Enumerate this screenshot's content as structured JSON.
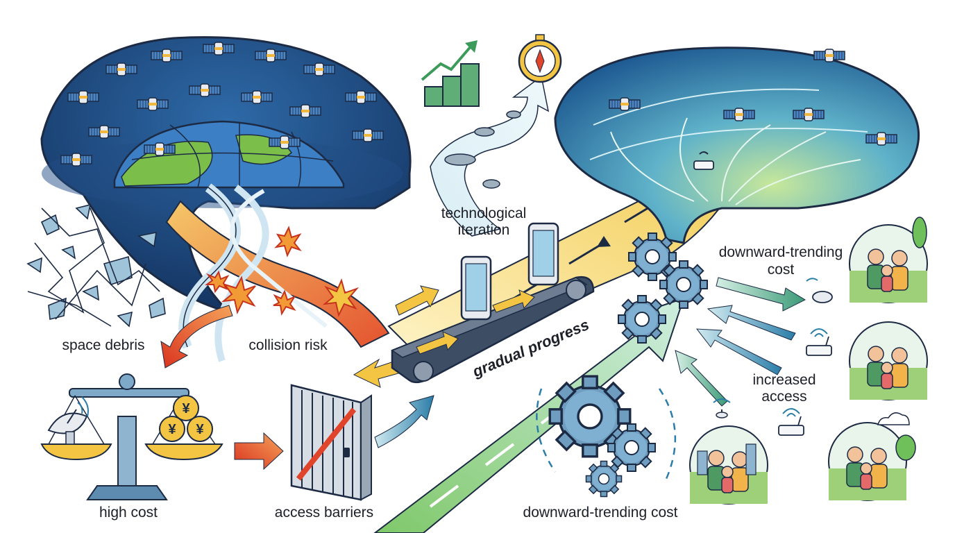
{
  "labels": {
    "space_debris": "space debris",
    "collision_risk": "collision risk",
    "high_cost": "high cost",
    "access_barriers": "access barriers",
    "technological_iteration_line1": "technological",
    "technological_iteration_line2": "iteration",
    "gradual_progress": "gradual progress",
    "downward_trending_cost_top_line1": "downward-trending",
    "downward_trending_cost_top_line2": "cost",
    "increased_access_line1": "increased",
    "increased_access_line2": "access",
    "downward_trending_cost_bottom": "downward-trending cost"
  },
  "coin_symbol": "¥",
  "colors": {
    "dark_navy": "#1d3f6e",
    "earth_blue": "#3d7fc4",
    "land_green": "#7bbf4a",
    "warning_red": "#e0442a",
    "warning_orange": "#f29a35",
    "arrow_yellow": "#f4c542",
    "arrow_green": "#7ec489",
    "arrow_teal": "#3f8fb0",
    "gear_blue": "#5d8cb0",
    "bright_dome": "#4ba3c7"
  },
  "icons": [
    "satellite-icon",
    "earth-globe-icon",
    "debris-icon",
    "explosion-icon",
    "balance-scale-icon",
    "satellite-dish-icon",
    "yen-coin-icon",
    "gate-icon",
    "conveyor-belt-icon",
    "smartphone-icon",
    "gear-icon",
    "compass-icon",
    "growth-chart-icon",
    "wifi-router-icon",
    "family-icon"
  ]
}
